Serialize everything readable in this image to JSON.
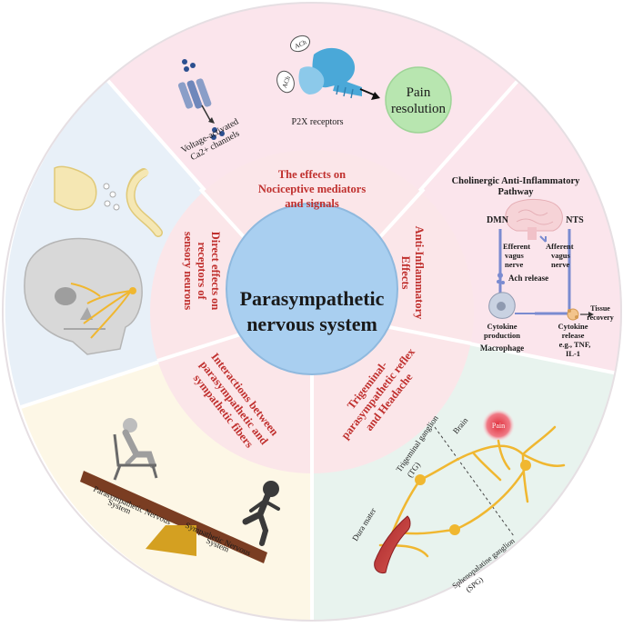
{
  "center": {
    "line1": "Parasympathetic",
    "line2": "nervous system"
  },
  "sections": {
    "nociceptive": {
      "line1": "The effects on",
      "line2": "Nociceptive mediators",
      "line3": "and signals"
    },
    "anti_inflammatory": {
      "line1": "Anti-Inflammatory",
      "line2": "Effects"
    },
    "trigeminal": {
      "line1": "Trigeminal-",
      "line2": "parasympathetic reflex",
      "line3": "and Headache"
    },
    "interactions": {
      "line1": "Interactions between",
      "line2": "parasympathetic and",
      "line3": "sympathetic fibers"
    },
    "direct": {
      "line1": "Direct effects on",
      "line2": "receptors of",
      "line3": "sensory neurons"
    }
  },
  "top_panel": {
    "channel_label_1": "Voltage-activated",
    "channel_label_2": "Ca2+ channels",
    "ach_1": "ACh",
    "ach_2": "ACh",
    "p2x_label": "P2X receptors",
    "pain_1": "Pain",
    "pain_2": "resolution"
  },
  "right_panel": {
    "title_1": "Cholinergic Anti-Inflammatory",
    "title_2": "Pathway",
    "dmn": "DMN",
    "nts": "NTS",
    "efferent_1": "Efferent",
    "efferent_2": "vagus",
    "efferent_3": "nerve",
    "afferent_1": "Afferent",
    "afferent_2": "vagus",
    "afferent_3": "nerve",
    "ach_release": "Ach release",
    "cytokine_prod_1": "Cytokine",
    "cytokine_prod_2": "production",
    "macrophage": "Macrophage",
    "cytokine_rel_1": "Cytokine",
    "cytokine_rel_2": "release",
    "cytokine_rel_3": "e.g., TNF,",
    "cytokine_rel_4": "IL-1",
    "tissue_1": "Tissue",
    "tissue_2": "recovery"
  },
  "bottom_right_panel": {
    "pain": "Pain",
    "brain": "Brain",
    "tg_1": "Trigeminal ganglion",
    "tg_2": "(TG)",
    "dura": "Dura mater",
    "spg_1": "Sphenopalatine ganglion",
    "spg_2": "(SPG)"
  },
  "bottom_left_panel": {
    "para_1": "Parasympathetic Nervous",
    "para_2": "System",
    "symp_1": "Sympathetic Nervous",
    "symp_2": "System"
  },
  "colors": {
    "center_fill": "#a9cff0",
    "ring_fill": "#fbe6e9",
    "title_red": "#c0302e",
    "top_sector": "#fbe5ec",
    "right_sector": "#fbe5ec",
    "bottom_right_sector": "#e8f3ee",
    "bottom_left_sector": "#fdf7e6",
    "left_sector": "#e8f0f8",
    "pain_circle": "#b8e6b0",
    "nerve_yellow": "#f0b730",
    "blue_receptor": "#4aa8d8"
  }
}
